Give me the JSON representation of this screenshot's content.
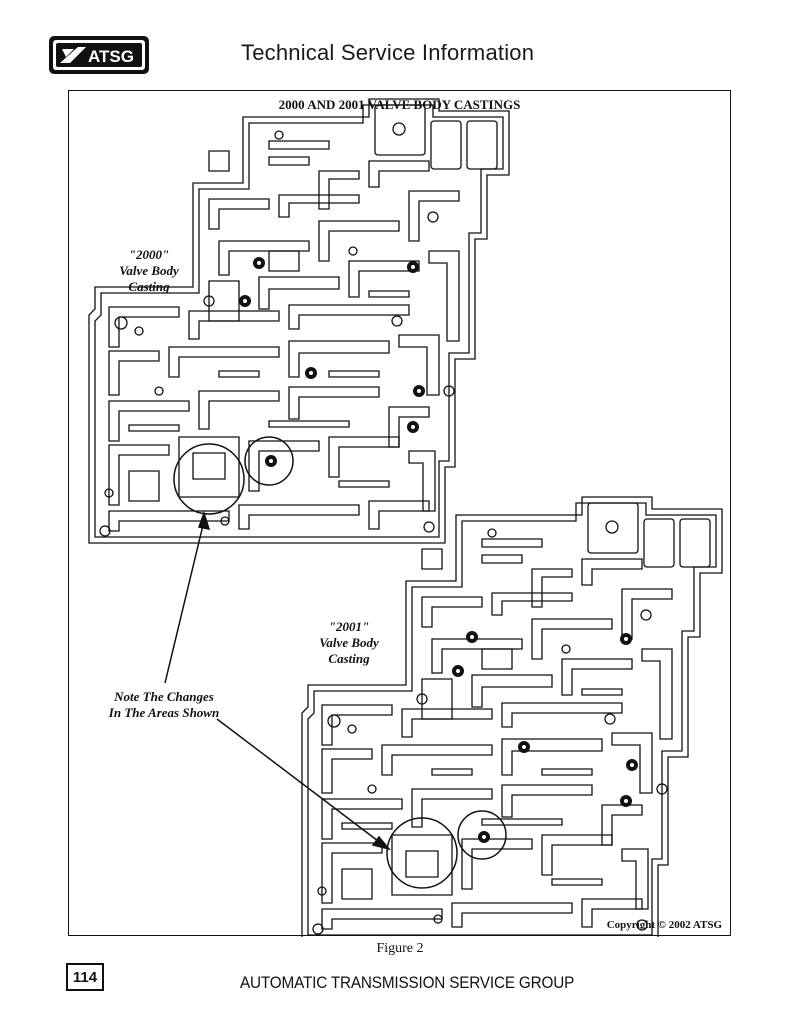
{
  "header": {
    "logo_text": "ATSG",
    "title": "Technical Service Information"
  },
  "figure": {
    "title": "2000 AND 2001 VALVE BODY CASTINGS",
    "label_2000": [
      "\"2000\"",
      "Valve Body",
      "Casting"
    ],
    "label_2001": [
      "\"2001\"",
      "Valve Body",
      "Casting"
    ],
    "note": [
      "Note The Changes",
      "In The Areas Shown"
    ],
    "copyright": "Copyright © 2002 ATSG",
    "caption": "Figure 2"
  },
  "footer": {
    "page_number": "114",
    "text": "AUTOMATIC TRANSMISSION SERVICE GROUP"
  }
}
